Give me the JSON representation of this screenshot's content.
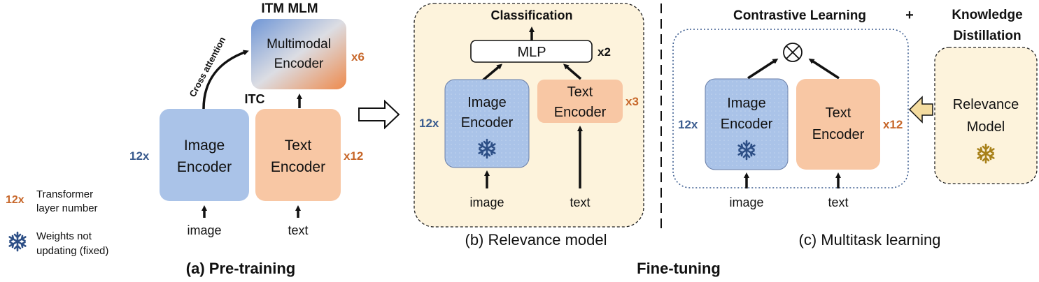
{
  "pretraining": {
    "heads_label": "ITM MLM",
    "multimodal_encoder": {
      "line1": "Multimodal",
      "line2": "Encoder"
    },
    "multimodal_layers": "x6",
    "cross_attention": "Cross attention",
    "itc": "ITC",
    "image_encoder": {
      "line1": "Image",
      "line2": "Encoder"
    },
    "image_layers": "12x",
    "text_encoder": {
      "line1": "Text",
      "line2": "Encoder"
    },
    "text_layers": "x12",
    "image_input": "image",
    "text_input": "text",
    "caption": "(a) Pre-training"
  },
  "legend": {
    "layer_sample": "12x",
    "layer_text": {
      "line1": "Transformer",
      "line2": "layer number"
    },
    "frozen_text": {
      "line1": "Weights not",
      "line2": "updating (fixed)"
    },
    "frozen_icon": "snowflake-icon"
  },
  "relevance": {
    "head_label": "Classification",
    "mlp": "MLP",
    "mlp_layers": "x2",
    "image_encoder": {
      "line1": "Image",
      "line2": "Encoder"
    },
    "image_layers": "12x",
    "text_encoder": {
      "line1": "Text",
      "line2": "Encoder"
    },
    "text_layers": "x3",
    "image_input": "image",
    "text_input": "text",
    "caption": "(b) Relevance model"
  },
  "multitask": {
    "contrastive_label": "Contrastive Learning",
    "plus": "+",
    "kd_label": {
      "line1": "Knowledge",
      "line2": "Distillation"
    },
    "combine_icon": "otimes-icon",
    "image_encoder": {
      "line1": "Image",
      "line2": "Encoder"
    },
    "image_layers": "12x",
    "text_encoder": {
      "line1": "Text",
      "line2": "Encoder"
    },
    "text_layers": "x12",
    "relevance_model": {
      "line1": "Relevance",
      "line2": "Model"
    },
    "image_input": "image",
    "text_input": "text",
    "caption": "(c) Multitask learning"
  },
  "finetuning_caption": "Fine-tuning",
  "colors": {
    "blue_box": "#aac3e8",
    "orange_box": "#f8c7a4",
    "yellow_panel": "#fdf3dc",
    "blue_num": "#3b5c8f",
    "orange_num": "#c7672a"
  }
}
